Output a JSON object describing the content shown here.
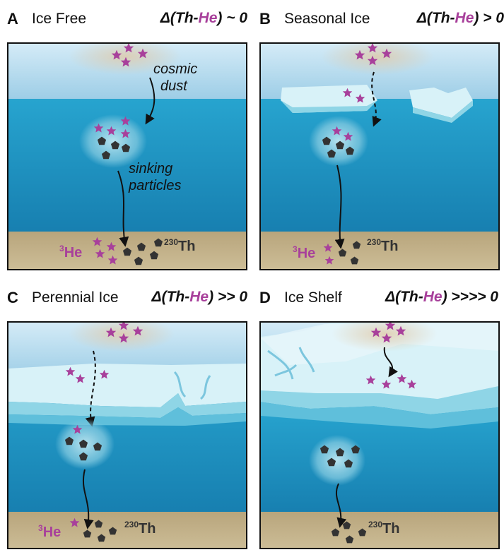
{
  "panels": [
    {
      "letter": "A",
      "title": "Ice Free",
      "delta_prefix": "Δ(Th-",
      "delta_he": "He",
      "delta_suffix": ") ~ 0",
      "labels": {
        "cosmic": "cosmic",
        "dust": "dust",
        "sinking": "sinking",
        "particles": "particles"
      },
      "he": "He",
      "he_mass": "3",
      "th": "Th",
      "th_mass": "230"
    },
    {
      "letter": "B",
      "title": "Seasonal Ice",
      "delta_prefix": "Δ(Th-",
      "delta_he": "He",
      "delta_suffix": ") > 0",
      "he": "He",
      "he_mass": "3",
      "th": "Th",
      "th_mass": "230"
    },
    {
      "letter": "C",
      "title": "Perennial Ice",
      "delta_prefix": "Δ(Th-",
      "delta_he": "He",
      "delta_suffix": ") >> 0",
      "he": "He",
      "he_mass": "3",
      "th": "Th",
      "th_mass": "230"
    },
    {
      "letter": "D",
      "title": "Ice Shelf",
      "delta_prefix": "Δ(Th-",
      "delta_he": "He",
      "delta_suffix": ") >>>> 0",
      "th": "Th",
      "th_mass": "230"
    }
  ],
  "colors": {
    "star": "#a8409b",
    "pentagon": "#333333",
    "sky": "#c4e2f2",
    "ocean": "#1a8fbf",
    "sediment": "#c2b089",
    "ice": "#d8f2f8"
  }
}
